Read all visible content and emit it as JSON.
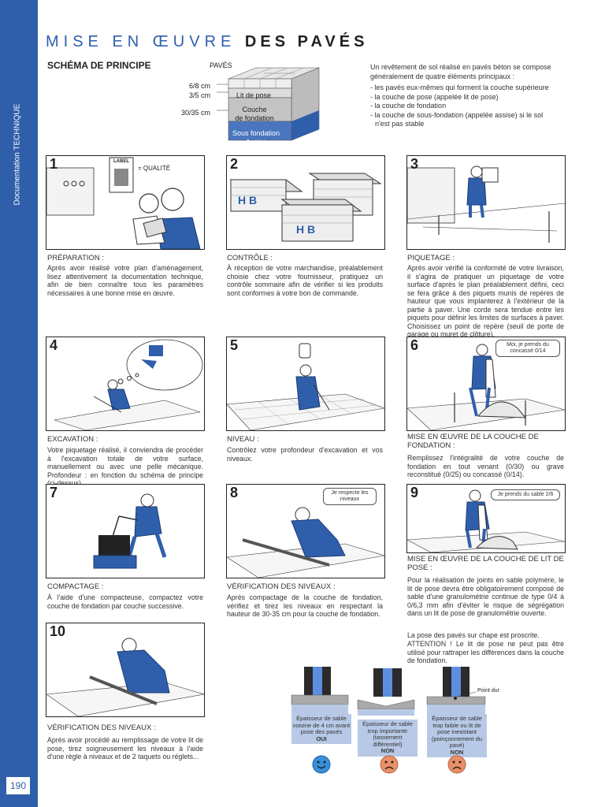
{
  "sidebar": {
    "label": "Documentation TECHNIQUE",
    "page_number": "190"
  },
  "header": {
    "title_light": "MISE EN ŒUVRE",
    "title_bold": "DES PAVÉS"
  },
  "scheme": {
    "title": "SCHÉMA DE PRINCIPE",
    "top_label": "PAVÉS",
    "dims": [
      "6/8 cm",
      "3/5 cm",
      "30/35 cm"
    ],
    "layers": [
      "Lit de pose",
      "Couche\nde fondation",
      "Sous fondation\nAssise"
    ]
  },
  "intro": {
    "text": "Un revêtement de sol réalisé en pavés béton se compose généralement de quatre éléments principaux :",
    "items": [
      "- les pavés eux-mêmes qui forment la couche supérieure",
      "- la couche de pose (appelée lit de pose)",
      "- la couche de fondation",
      "- la couche de sous-fondation (appelée assise) si le sol",
      "  n'est pas stable"
    ]
  },
  "steps": [
    {
      "num": "1",
      "caption": "PRÉPARATION :",
      "text": "Après avoir réalisé votre plan d'aménagement, lisez attentivement la documentation technique, afin de bien connaître tous les paramètres nécessaires à une bonne mise en œuvre.",
      "label_tag": "LABEL",
      "label_note": "= QUALITÉ"
    },
    {
      "num": "2",
      "caption": "CONTRÔLE :",
      "text": "À réception de votre marchandise, préalablement choisie chez votre fournisseur, pratiquez un contrôle sommaire afin de vérifier si les produits sont conformes à votre bon de commande.",
      "brand": "H B"
    },
    {
      "num": "3",
      "caption": "PIQUETAGE :",
      "text": "Après avoir vérifié la conformité de votre livraison, il s'agira de pratiquer un piquetage de votre surface d'après le plan préalablement défini, ceci se fera grâce à des piquets munis de repères de hauteur que vous implanterez à l'extérieur de la partie à paver. Une corde sera tendue entre les piquets pour définir les limites de surfaces à paver. Choisissez un point de repère (seuil de porte de garage ou muret de clôture)."
    },
    {
      "num": "4",
      "caption": "EXCAVATION :",
      "text": "Votre piquetage réalisé, il conviendra de procéder à l'excavation totale de votre surface, manuellement ou avec une pelle mécanique. Profondeur : en fonction du schéma de principe (ci-dessus)."
    },
    {
      "num": "5",
      "caption": "NIVEAU :",
      "text": "Contrôlez votre profondeur d'excavation et vos niveaux."
    },
    {
      "num": "6",
      "caption": "MISE EN ŒUVRE DE LA COUCHE DE FONDATION :",
      "text": "Remplissez l'intégralité de votre couche de fondation en tout venant (0/30) ou grave reconstitué (0/25) ou concassé (0/14).",
      "bubble": "Moi, je prends du concassé 0/14"
    },
    {
      "num": "7",
      "caption": "COMPACTAGE :",
      "text": "À l'aide d'une compacteuse, compactez votre couche de fondation par couche successive."
    },
    {
      "num": "8",
      "caption": "VÉRIFICATION DES NIVEAUX :",
      "text": "Après compactage de la couche de fondation, vérifiez et tirez les niveaux en respectant la hauteur de 30-35 cm pour la couche de fondation.",
      "bubble": "Je respecte les niveaux"
    },
    {
      "num": "9",
      "caption": "MISE EN ŒUVRE DE LA COUCHE DE LIT DE POSE :",
      "text": "Pour la réalisation de joints en sable polymère, le lit de pose devra être obligatoirement composé de sable d'une granulométrie continue de type 0/4 à 0/6,3 mm afin d'éviter le risque de ségrégation dans un lit de pose de granulométrie ouverte.",
      "text2": "La pose des pavés sur chape est proscrite.",
      "text3": "ATTENTION ! Le lit de pose ne peut pas être utilisé pour rattraper les différences dans la couche de fondation.",
      "bubble": "Je prends du sable 2/6"
    },
    {
      "num": "10",
      "caption": "VÉRIFICATION DES NIVEAUX :",
      "text": "Après avoir procédé au remplissage de votre lit de pose, tirez soigneusement les niveaux à l'aide d'une règle à niveaux et de 2 taquets ou réglets..."
    }
  ],
  "joints": {
    "point_label": "Point dur",
    "cases": [
      {
        "text": "Épaisseur de sable voisine de 4 cm avant pose des pavés",
        "verdict": "OUI",
        "face": "happy",
        "color": "#3a8fd8"
      },
      {
        "text": "Épaisseur de sable trop importante (tassement différentiel)",
        "verdict": "NON",
        "face": "sad",
        "color": "#e8906a"
      },
      {
        "text": "Épaisseur de sable trop faible ou lit de pose inexistant (poinçonnement du pavé)",
        "verdict": "NON",
        "face": "sad",
        "color": "#e8906a"
      }
    ]
  }
}
